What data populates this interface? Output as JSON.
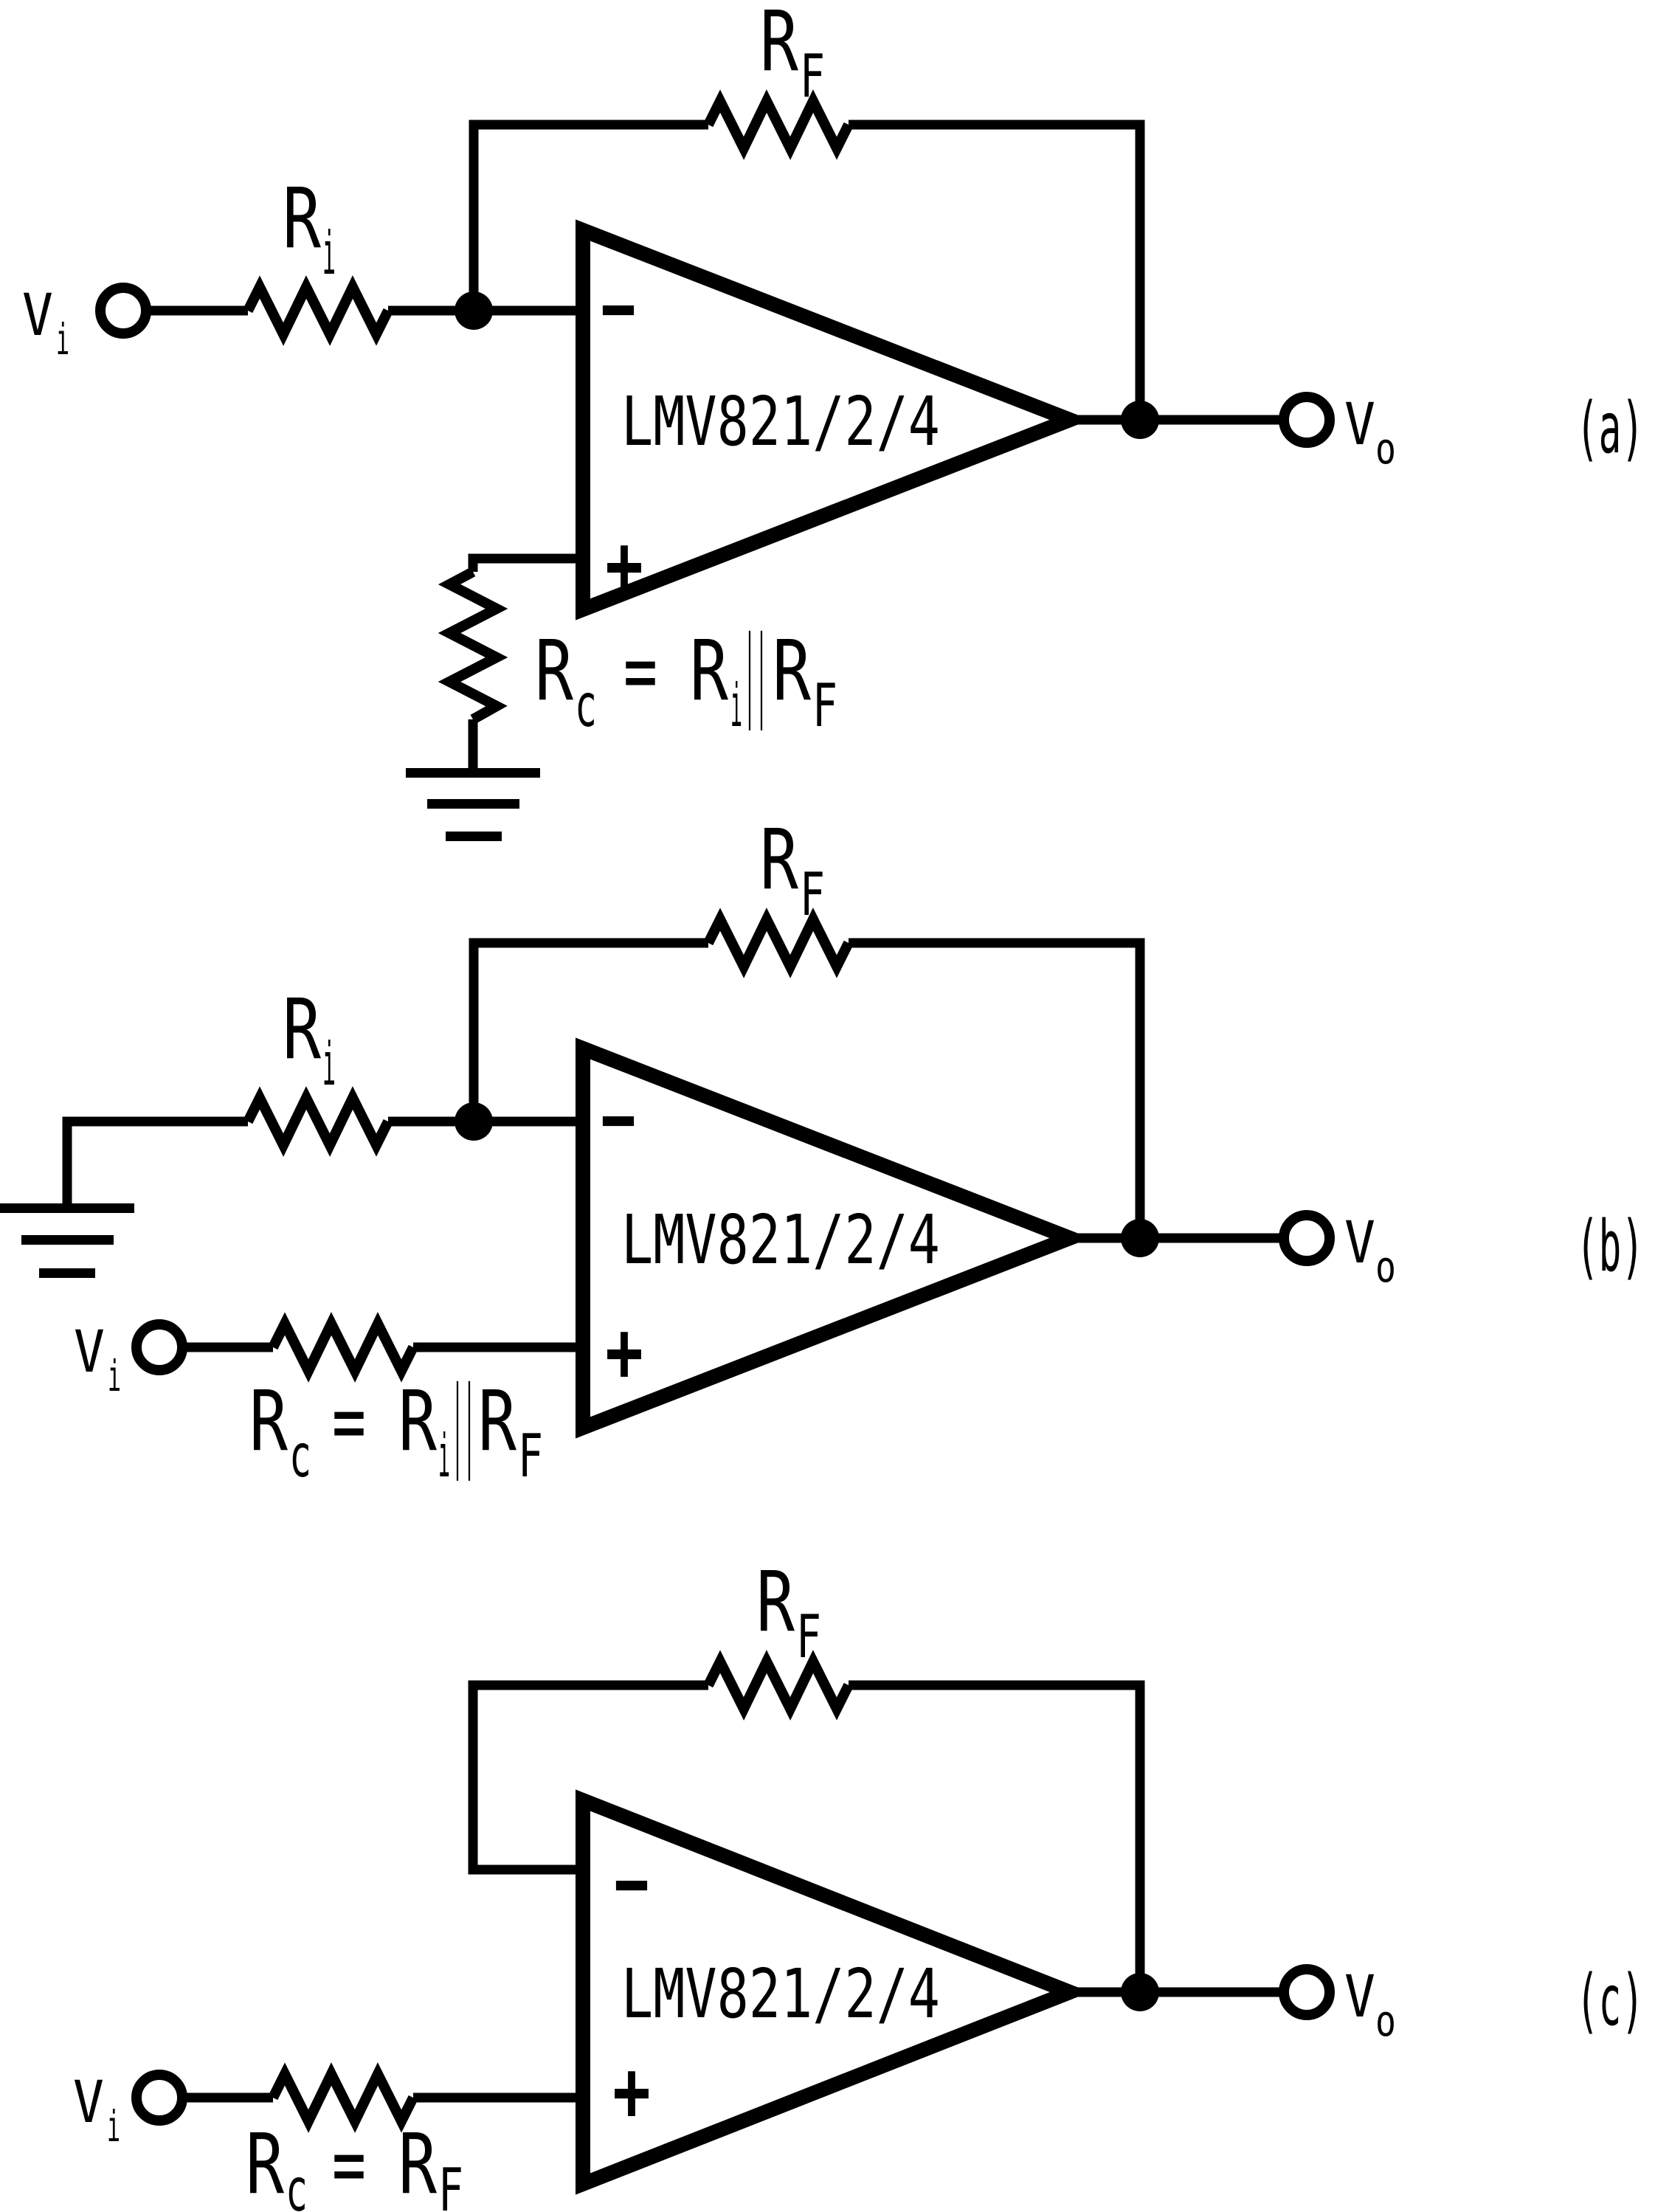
{
  "figure": {
    "background": "#ffffff",
    "ink": "#000000",
    "opamp_part": "LMV821/2/4",
    "polarity": {
      "inverting": "−",
      "noninverting": "+"
    },
    "panels": [
      {
        "tag": "(a)",
        "vin": {
          "main": "V",
          "sub": "i"
        },
        "vout": {
          "main": "V",
          "sub": "o"
        },
        "r_input": {
          "main": "R",
          "sub": "i"
        },
        "r_feedback": {
          "main": "R",
          "sub": "F"
        },
        "equation": {
          "lhs": {
            "main": "R",
            "sub": "c"
          },
          "equals": "=",
          "term1": {
            "main": "R",
            "sub": "i"
          },
          "parallel": "||",
          "term2": {
            "main": "R",
            "sub": "F"
          }
        }
      },
      {
        "tag": "(b)",
        "vin": {
          "main": "V",
          "sub": "i"
        },
        "vout": {
          "main": "V",
          "sub": "o"
        },
        "r_input": {
          "main": "R",
          "sub": "i"
        },
        "r_feedback": {
          "main": "R",
          "sub": "F"
        },
        "equation": {
          "lhs": {
            "main": "R",
            "sub": "c"
          },
          "equals": "=",
          "term1": {
            "main": "R",
            "sub": "i"
          },
          "parallel": "||",
          "term2": {
            "main": "R",
            "sub": "F"
          }
        }
      },
      {
        "tag": "(c)",
        "vin": {
          "main": "V",
          "sub": "i"
        },
        "vout": {
          "main": "V",
          "sub": "o"
        },
        "r_feedback": {
          "main": "R",
          "sub": "F"
        },
        "equation": {
          "lhs": {
            "main": "R",
            "sub": "c"
          },
          "equals": "=",
          "term2": {
            "main": "R",
            "sub": "F"
          }
        }
      }
    ]
  }
}
